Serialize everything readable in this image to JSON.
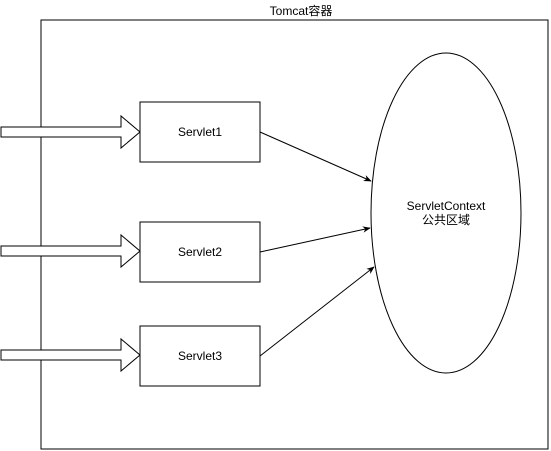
{
  "container": {
    "title": "Tomcat容器"
  },
  "servlets": [
    {
      "label": "Servlet1"
    },
    {
      "label": "Servlet2"
    },
    {
      "label": "Servlet3"
    }
  ],
  "context": {
    "line1": "ServletContext",
    "line2": "公共区域"
  },
  "colors": {
    "stroke": "#000000",
    "fill": "#ffffff"
  }
}
